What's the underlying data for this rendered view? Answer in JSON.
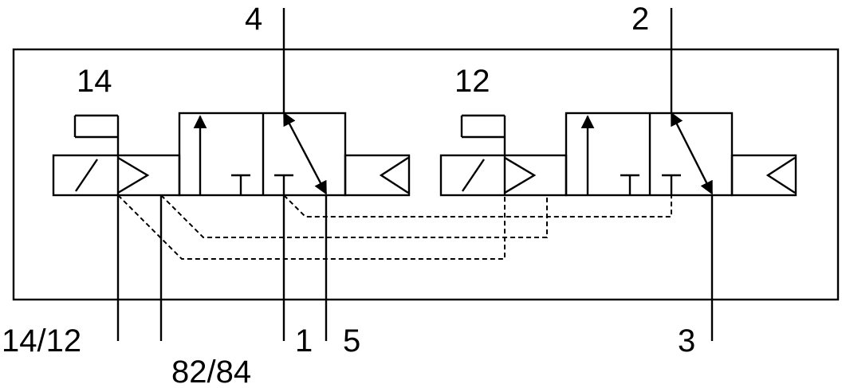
{
  "diagram": {
    "ports": {
      "top_left": "4",
      "top_right": "2",
      "pilot_left": "14",
      "pilot_right": "12",
      "bottom_pilot": "14/12",
      "bottom_exhaust": "82/84",
      "bottom_supply": "1",
      "bottom_exhaust_5": "5",
      "bottom_exhaust_3": "3"
    },
    "colors": {
      "line": "#000000",
      "background": "#ffffff"
    }
  }
}
